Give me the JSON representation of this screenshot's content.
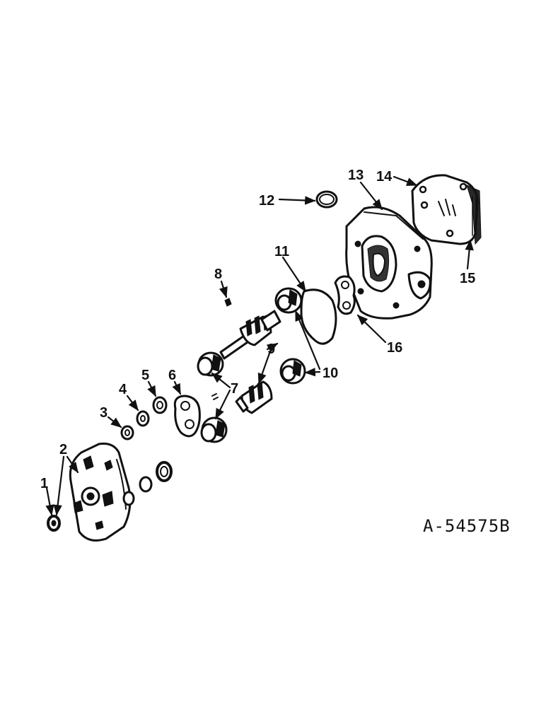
{
  "diagram": {
    "reference_code": "A-54575B",
    "callouts": [
      "1",
      "2",
      "3",
      "4",
      "5",
      "6",
      "7",
      "8",
      "9",
      "10",
      "11",
      "12",
      "13",
      "14",
      "15",
      "16"
    ]
  },
  "colors": {
    "ink": "#111111",
    "paper": "#ffffff"
  }
}
